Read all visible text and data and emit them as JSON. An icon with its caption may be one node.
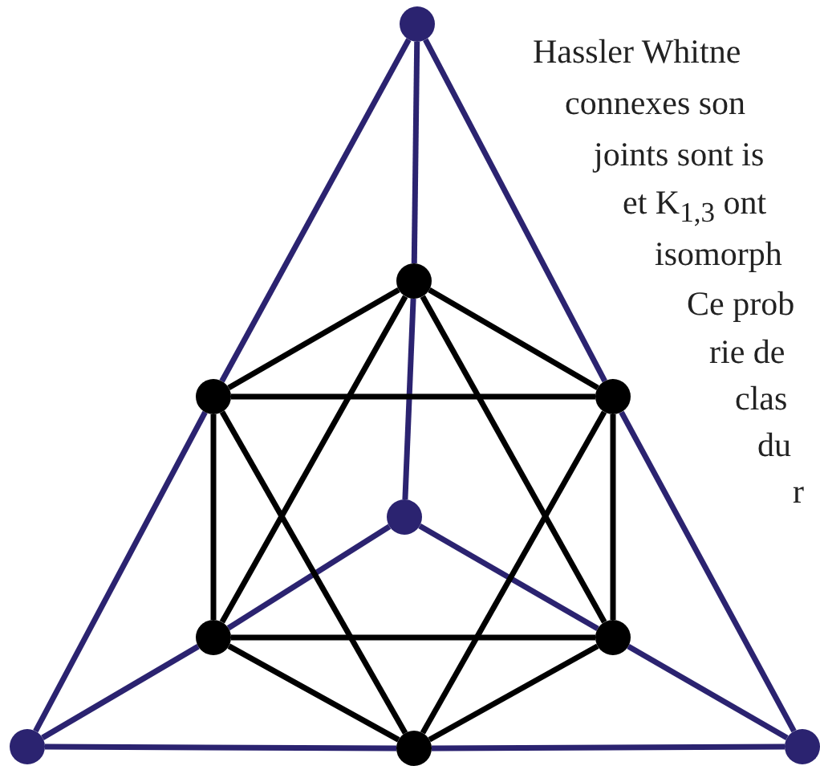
{
  "diagram": {
    "nodes": [
      {
        "text": [],
        "shape": "circle"
      },
      {
        "text": [],
        "shape": "circle"
      },
      {
        "text": [],
        "shape": "circle"
      },
      {
        "text": [],
        "shape": "circle"
      },
      {
        "text": [],
        "shape": "circle"
      },
      {
        "text": [],
        "shape": "circle"
      },
      {
        "text": [],
        "shape": "circle"
      },
      {
        "text": [],
        "shape": "circle"
      },
      {
        "text": [],
        "shape": "circle"
      },
      {
        "text": [],
        "shape": "circle"
      }
    ],
    "edges": [
      {
        "from": 0,
        "to": 2,
        "arrow": "none",
        "color": "#2b2370"
      },
      {
        "from": 2,
        "to": 7,
        "arrow": "none",
        "color": "#2b2370"
      },
      {
        "from": 0,
        "to": 3,
        "arrow": "none",
        "color": "#2b2370"
      },
      {
        "from": 3,
        "to": 9,
        "arrow": "none",
        "color": "#2b2370"
      },
      {
        "from": 7,
        "to": 8,
        "arrow": "none",
        "color": "#2b2370"
      },
      {
        "from": 8,
        "to": 9,
        "arrow": "none",
        "color": "#2b2370"
      },
      {
        "from": 0,
        "to": 1,
        "arrow": "none",
        "color": "#2b2370"
      },
      {
        "from": 1,
        "to": 4,
        "arrow": "none",
        "color": "#2b2370"
      },
      {
        "from": 4,
        "to": 5,
        "arrow": "none",
        "color": "#2b2370"
      },
      {
        "from": 5,
        "to": 7,
        "arrow": "none",
        "color": "#2b2370"
      },
      {
        "from": 4,
        "to": 6,
        "arrow": "none",
        "color": "#2b2370"
      },
      {
        "from": 6,
        "to": 9,
        "arrow": "none",
        "color": "#2b2370"
      },
      {
        "from": 1,
        "to": 2,
        "arrow": "none",
        "color": "#000000"
      },
      {
        "from": 1,
        "to": 3,
        "arrow": "none",
        "color": "#000000"
      },
      {
        "from": 1,
        "to": 5,
        "arrow": "none",
        "color": "#000000"
      },
      {
        "from": 1,
        "to": 6,
        "arrow": "none",
        "color": "#000000"
      },
      {
        "from": 2,
        "to": 3,
        "arrow": "none",
        "color": "#000000"
      },
      {
        "from": 2,
        "to": 5,
        "arrow": "none",
        "color": "#000000"
      },
      {
        "from": 2,
        "to": 8,
        "arrow": "none",
        "color": "#000000"
      },
      {
        "from": 3,
        "to": 6,
        "arrow": "none",
        "color": "#000000"
      },
      {
        "from": 3,
        "to": 8,
        "arrow": "none",
        "color": "#000000"
      },
      {
        "from": 5,
        "to": 6,
        "arrow": "none",
        "color": "#000000"
      },
      {
        "from": 5,
        "to": 8,
        "arrow": "none",
        "color": "#000000"
      },
      {
        "from": 6,
        "to": 8,
        "arrow": "none",
        "color": "#000000"
      }
    ],
    "labels": [
      "Hassler Whitne",
      "connexes son",
      "joints sont is",
      "et K$_{1,3}$ ont",
      "isomorph",
      "Ce prob",
      "rie de",
      "clas",
      "du",
      "r"
    ]
  }
}
